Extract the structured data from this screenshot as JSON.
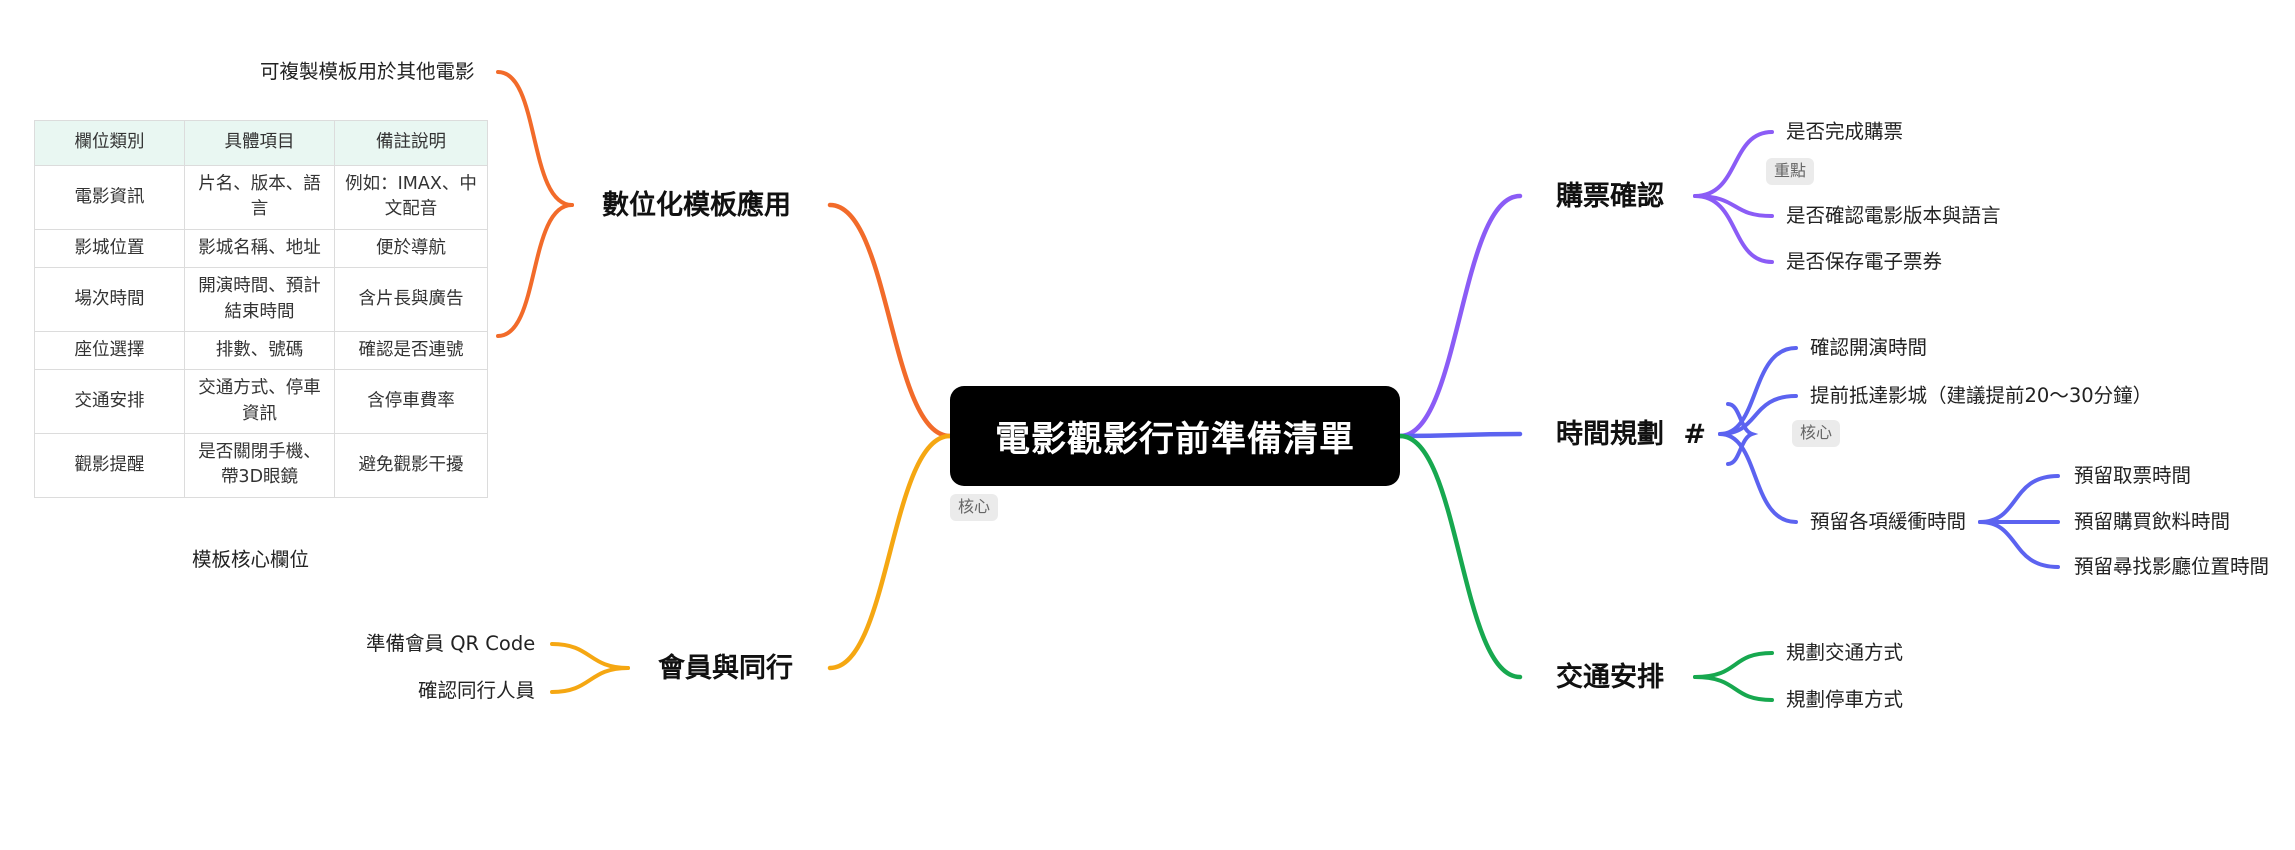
{
  "root": {
    "title": "電影觀影行前準備清單",
    "tag": "核心"
  },
  "colors": {
    "purple": "#8b5cf6",
    "blue": "#5c63f0",
    "green": "#17a84f",
    "orange": "#f26b2a",
    "amber": "#f5a712"
  },
  "right": {
    "ticket": {
      "title": "購票確認",
      "items": [
        "是否完成購票",
        "是否確認電影版本與語言",
        "是否保存電子票券"
      ],
      "tag": "重點"
    },
    "time": {
      "title": "時間規劃",
      "hash": "#",
      "items": [
        "確認開演時間",
        "提前抵達影城（建議提前20～30分鐘）",
        "預留各項緩衝時間"
      ],
      "tag": "核心",
      "buffer_items": [
        "預留取票時間",
        "預留購買飲料時間",
        "預留尋找影廳位置時間"
      ]
    },
    "transport": {
      "title": "交通安排",
      "items": [
        "規劃交通方式",
        "規劃停車方式"
      ]
    }
  },
  "left": {
    "digital": {
      "title": "數位化模板應用",
      "note": "可複製模板用於其他電影",
      "table_caption": "模板核心欄位",
      "table": {
        "headers": [
          "欄位類別",
          "具體項目",
          "備註說明"
        ],
        "rows": [
          [
            "電影資訊",
            "片名、版本、語言",
            "例如：IMAX、中文配音"
          ],
          [
            "影城位置",
            "影城名稱、地址",
            "便於導航"
          ],
          [
            "場次時間",
            "開演時間、預計結束時間",
            "含片長與廣告"
          ],
          [
            "座位選擇",
            "排數、號碼",
            "確認是否連號"
          ],
          [
            "交通安排",
            "交通方式、停車資訊",
            "含停車費率"
          ],
          [
            "觀影提醒",
            "是否關閉手機、帶3D眼鏡",
            "避免觀影干擾"
          ]
        ]
      }
    },
    "member": {
      "title": "會員與同行",
      "items": [
        "準備會員 QR Code",
        "確認同行人員"
      ]
    }
  }
}
